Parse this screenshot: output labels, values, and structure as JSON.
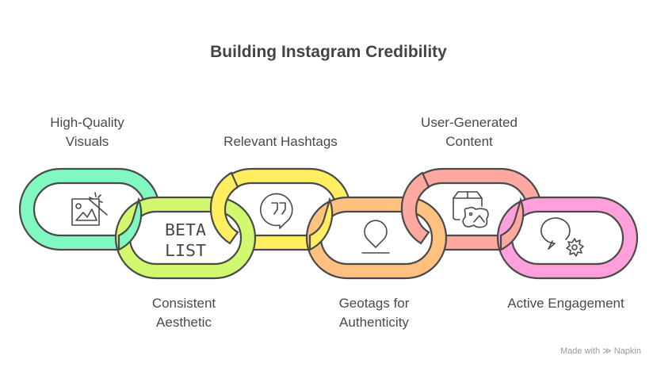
{
  "title": "Building Instagram Credibility",
  "links": [
    {
      "label_lines": [
        "High-Quality",
        "Visuals"
      ],
      "icon": "image-sparkle-icon",
      "color": "#80F8C0",
      "position": "top"
    },
    {
      "label_lines": [
        "Consistent",
        "Aesthetic"
      ],
      "icon": "beta-list-icon",
      "icon_text": [
        "BETA",
        "LIST"
      ],
      "color": "#D2F870",
      "position": "bottom"
    },
    {
      "label_lines": [
        "Relevant Hashtags"
      ],
      "icon": "quote-bubble-icon",
      "color": "#FFEE60",
      "position": "top"
    },
    {
      "label_lines": [
        "Geotags for",
        "Authenticity"
      ],
      "icon": "location-pin-icon",
      "color": "#FFC080",
      "position": "bottom"
    },
    {
      "label_lines": [
        "User-Generated",
        "Content"
      ],
      "icon": "box-image-icon",
      "color": "#FFA8A0",
      "position": "top"
    },
    {
      "label_lines": [
        "Active Engagement"
      ],
      "icon": "chat-gear-icon",
      "color": "#FFA0DC",
      "position": "bottom"
    }
  ],
  "labels": {
    "l0a": "High-Quality",
    "l0b": "Visuals",
    "l1a": "Consistent",
    "l1b": "Aesthetic",
    "l2a": "Relevant Hashtags",
    "l3a": "Geotags for",
    "l3b": "Authenticity",
    "l4a": "User-Generated",
    "l4b": "Content",
    "l5a": "Active Engagement",
    "beta1": "BETA",
    "beta2": "LIST"
  },
  "footer": {
    "made_with": "Made with",
    "brand": "Napkin"
  }
}
